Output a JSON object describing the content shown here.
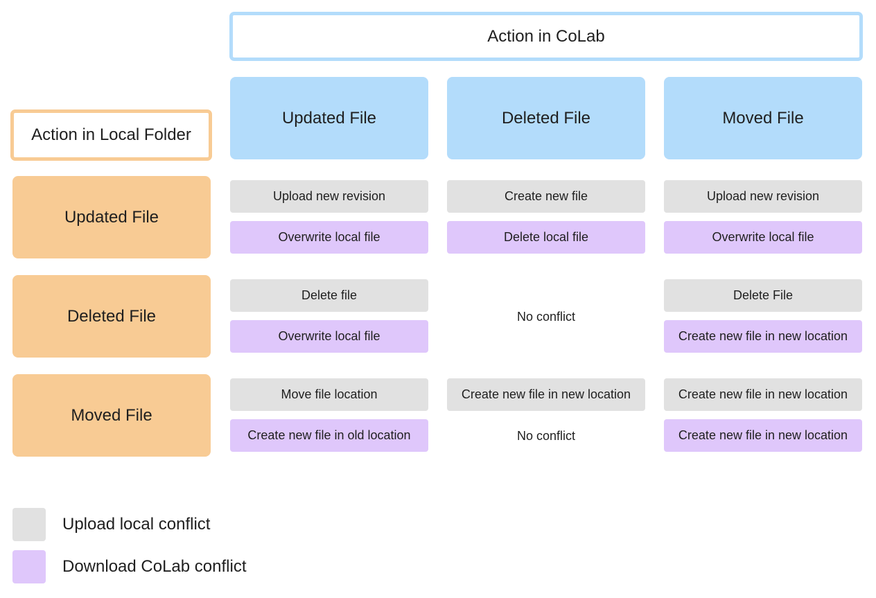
{
  "colab_header": "Action in CoLab",
  "local_header": "Action in Local Folder",
  "columns": [
    "Updated File",
    "Deleted File",
    "Moved File"
  ],
  "rows": [
    "Updated File",
    "Deleted File",
    "Moved File"
  ],
  "cells": [
    [
      {
        "upload": "Upload new revision",
        "download": "Overwrite local file"
      },
      {
        "upload": "Create new file",
        "download": "Delete local file"
      },
      {
        "upload": "Upload new revision",
        "download": "Overwrite local file"
      }
    ],
    [
      {
        "upload": "Delete file",
        "download": "Overwrite local file"
      },
      {
        "note": "No conflict"
      },
      {
        "upload": "Delete File",
        "download": "Create new file in new location"
      }
    ],
    [
      {
        "upload": "Move file location",
        "download": "Create new file in old location"
      },
      {
        "upload": "Create new file in new location",
        "note": "No conflict"
      },
      {
        "upload": "Create new file in new location",
        "download": "Create new file in new location"
      }
    ]
  ],
  "legend": [
    {
      "label": "Upload local conflict",
      "color": "#e1e1e1"
    },
    {
      "label": "Download CoLab conflict",
      "color": "#dfc7fb"
    }
  ],
  "colors": {
    "colab_blue": "#b3dcfb",
    "local_orange": "#f8cb94",
    "upload_gray": "#e1e1e1",
    "download_purple": "#dfc7fb"
  }
}
